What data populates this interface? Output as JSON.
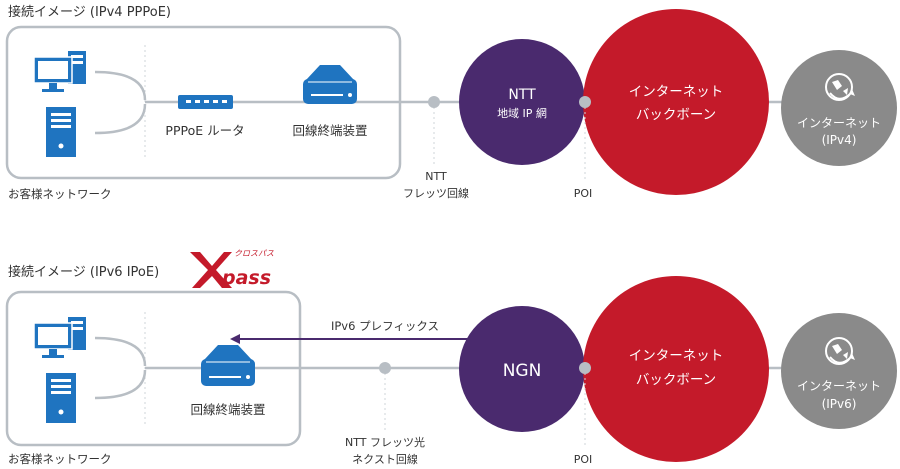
{
  "colors": {
    "ntt": "#4a2a6e",
    "ngn": "#4a2a6e",
    "backbone": "#c41a2a",
    "internet": "#8a8a8a",
    "device": "#1f74c0",
    "line": "#b8bec4",
    "box_border": "#b8bec4",
    "arrow": "#4a2a6e",
    "logo": "#c41a2a"
  },
  "ipv4": {
    "title": "接続イメージ (IPv4 PPPoE)",
    "customer_network": "お客様ネットワーク",
    "router_label": "PPPoE ルータ",
    "onu_label": "回線終端装置",
    "line_label_1": "NTT",
    "line_label_2": "フレッツ回線",
    "ntt_label_1": "NTT",
    "ntt_label_2": "地域 IP 網",
    "backbone_label_1": "インターネット",
    "backbone_label_2": "バックボーン",
    "poi_label": "POI",
    "internet_label_1": "インターネット",
    "internet_label_2": "(IPv4)",
    "icons": [
      "monitor-icon",
      "server-tower-icon",
      "router-icon",
      "onu-icon",
      "globe-arrow-icon"
    ]
  },
  "ipv6": {
    "title": "接続イメージ (IPv6 IPoE)",
    "logo_top": "クロスパス",
    "logo_text": "pass",
    "customer_network": "お客様ネットワーク",
    "onu_label": "回線終端装置",
    "prefix_label": "IPv6 プレフィックス",
    "line_label_1": "NTT フレッツ光",
    "line_label_2": "ネクスト回線",
    "ngn_label": "NGN",
    "backbone_label_1": "インターネット",
    "backbone_label_2": "バックボーン",
    "poi_label": "POI",
    "internet_label_1": "インターネット",
    "internet_label_2": "(IPv6)",
    "icons": [
      "monitor-icon",
      "server-tower-icon",
      "onu-icon",
      "globe-arrow-icon"
    ]
  }
}
